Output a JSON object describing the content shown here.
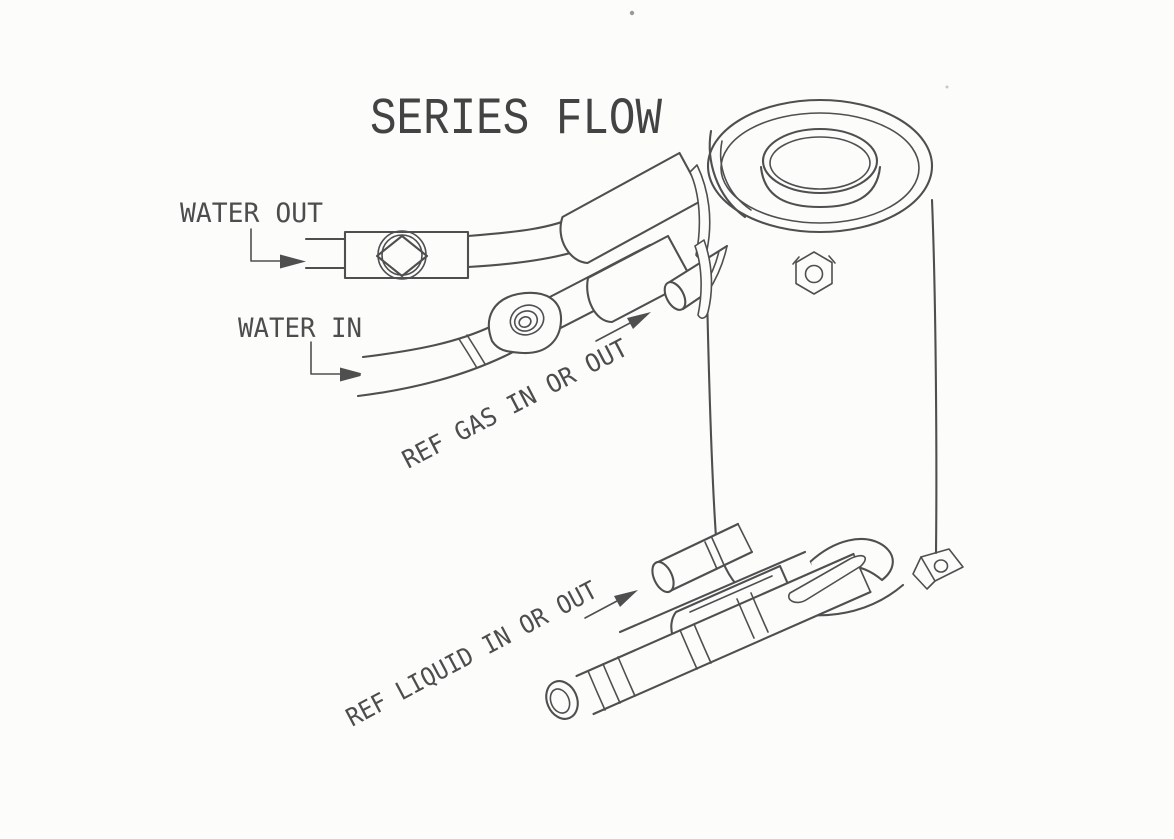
{
  "title": "SERIES FLOW",
  "labels": {
    "water_out": "WATER OUT",
    "water_in": "WATER IN",
    "ref_gas": "REF GAS IN OR OUT",
    "ref_liquid": "REF LIQUID IN OR OUT"
  },
  "colors": {
    "ink": "#4f4f4f",
    "paper": "#fcfcfb"
  }
}
